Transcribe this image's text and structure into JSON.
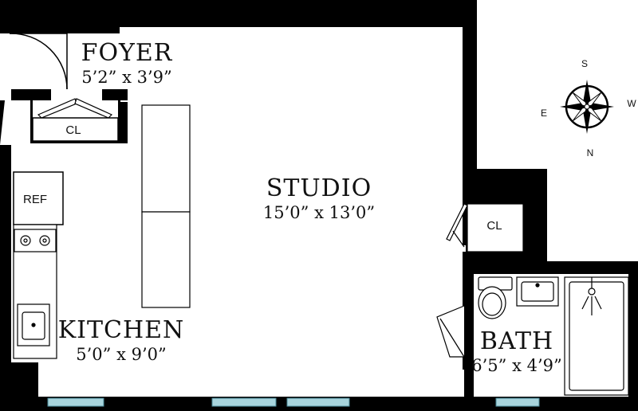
{
  "rooms": {
    "foyer": {
      "name": "FOYER",
      "dims": "5’2” x 3’9”"
    },
    "studio": {
      "name": "STUDIO",
      "dims": "15’0” x 13’0”"
    },
    "kitchen": {
      "name": "KITCHEN",
      "dims": "5’0” x 9’0”"
    },
    "bath": {
      "name": "BATH",
      "dims": "6’5” x 4’9”"
    }
  },
  "fixtures": {
    "foyer_closet": "CL",
    "studio_closet": "CL",
    "refrigerator": "REF"
  },
  "compass": {
    "north": "N",
    "south": "S",
    "east": "E",
    "west": "W"
  },
  "colors": {
    "wall": "#000000",
    "window": "#a8d4dc",
    "background": "#ffffff"
  }
}
